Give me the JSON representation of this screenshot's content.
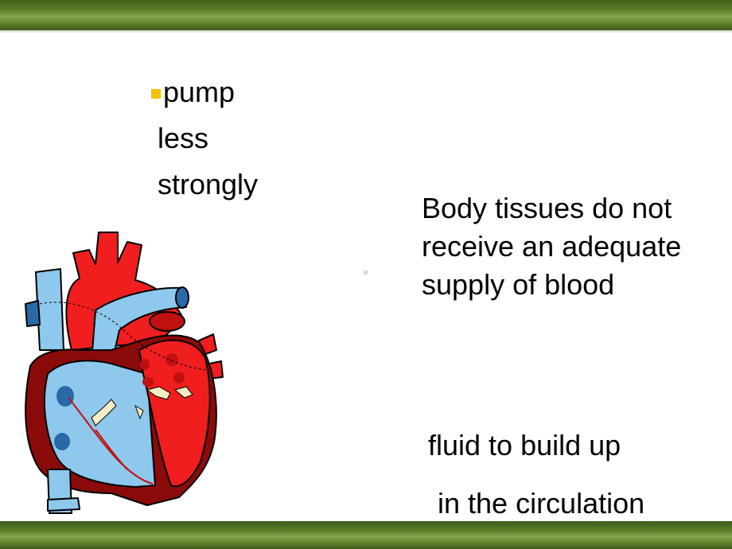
{
  "slide": {
    "bullet_lines": [
      "pump",
      "less",
      "strongly"
    ],
    "right_block": [
      "Body tissues do not",
      "receive an adequate",
      "supply of blood"
    ],
    "bottom_lines": [
      "fluid to build up",
      "in the circulation"
    ]
  },
  "colors": {
    "accent_bar": "#5e7f2c",
    "bullet": "#f2c200",
    "heart_red": "#f01e1e",
    "heart_dark": "#8b0a0a",
    "vessel_blue": "#8ec8ec"
  }
}
